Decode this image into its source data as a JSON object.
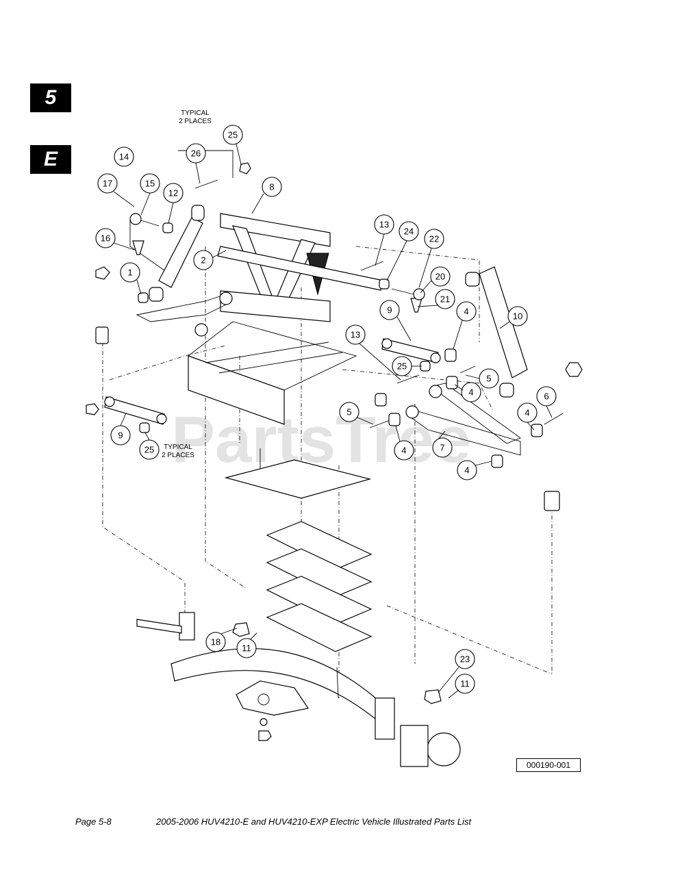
{
  "section_tabs": [
    "5",
    "E"
  ],
  "notes": {
    "typical_top": [
      "TYPICAL",
      "2 PLACES"
    ],
    "typical_bottom": [
      "TYPICAL",
      "2 PLACES"
    ]
  },
  "watermark": "PartsTree",
  "reference_number": "000190-001",
  "footer": {
    "page": "Page 5-8",
    "title": "2005-2006 HUV4210-E and HUV4210-EXP Electric Vehicle Illustrated Parts List"
  },
  "callouts": [
    "14",
    "17",
    "15",
    "12",
    "16",
    "1",
    "26",
    "25",
    "8",
    "2",
    "13",
    "24",
    "22",
    "20",
    "21",
    "9",
    "4",
    "10",
    "13",
    "25",
    "5",
    "4",
    "6",
    "5",
    "4",
    "7",
    "4",
    "9",
    "25",
    "4",
    "18",
    "11",
    "23",
    "11"
  ]
}
